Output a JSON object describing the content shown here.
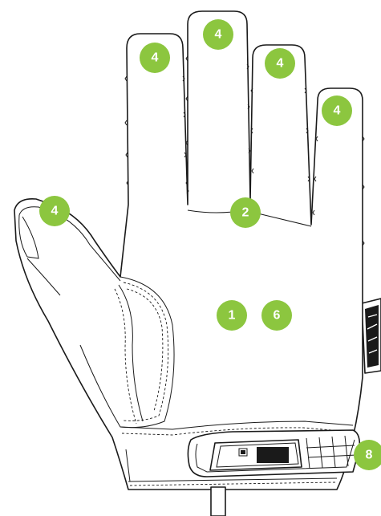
{
  "callouts": [
    {
      "id": "index-tip",
      "label": "4"
    },
    {
      "id": "middle-tip",
      "label": "4"
    },
    {
      "id": "ring-tip",
      "label": "4"
    },
    {
      "id": "pinky-tip",
      "label": "4"
    },
    {
      "id": "thumb-tip",
      "label": "4"
    },
    {
      "id": "finger-crotch",
      "label": "2"
    },
    {
      "id": "palm-left",
      "label": "1"
    },
    {
      "id": "palm-right",
      "label": "6"
    },
    {
      "id": "wrist-closure",
      "label": "8"
    }
  ],
  "colors": {
    "badge": "#8cc63f",
    "badge_text": "#ffffff",
    "outline": "#1a1a1a",
    "background": "#ffffff"
  }
}
